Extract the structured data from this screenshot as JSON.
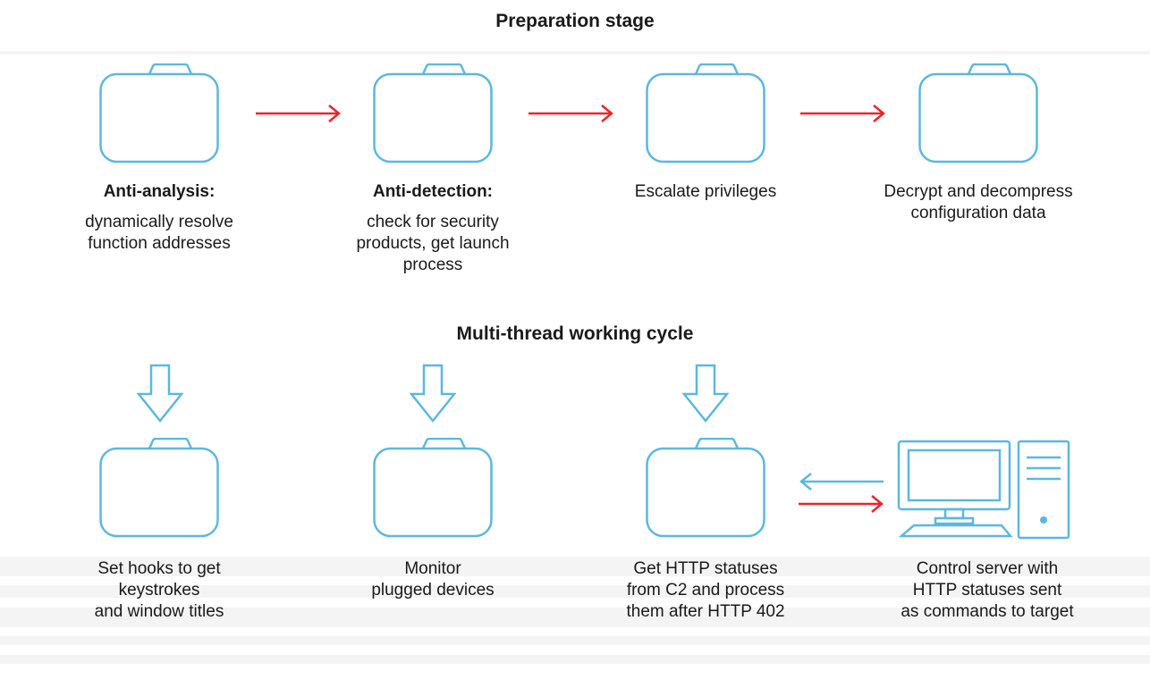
{
  "colors": {
    "icon_blue": "#5bb8e0",
    "arrow_red": "#e8262a",
    "text": "#1a1a1a"
  },
  "preparation": {
    "title": "Preparation stage",
    "steps": [
      {
        "icon": "folder-icon",
        "title": "Anti-analysis:",
        "text": "dynamically resolve\nfunction addresses"
      },
      {
        "icon": "folder-icon",
        "title": "Anti-detection:",
        "text": "check for security\nproducts, get launch\nprocess"
      },
      {
        "icon": "folder-icon",
        "title": "",
        "text": "Escalate privileges"
      },
      {
        "icon": "folder-icon",
        "title": "",
        "text": "Decrypt and decompress\nconfiguration data"
      }
    ]
  },
  "cycle": {
    "title": "Multi-thread working cycle",
    "threads": [
      {
        "icon": "folder-icon",
        "text": "Set hooks to get\nkeystrokes\nand window titles"
      },
      {
        "icon": "folder-icon",
        "text": "Monitor\nplugged devices"
      },
      {
        "icon": "folder-icon",
        "text": "Get HTTP statuses\nfrom C2 and process\nthem after HTTP 402"
      }
    ],
    "server": {
      "icon": "computer-icon",
      "text": "Control server with\nHTTP statuses sent\nas commands to target"
    }
  }
}
